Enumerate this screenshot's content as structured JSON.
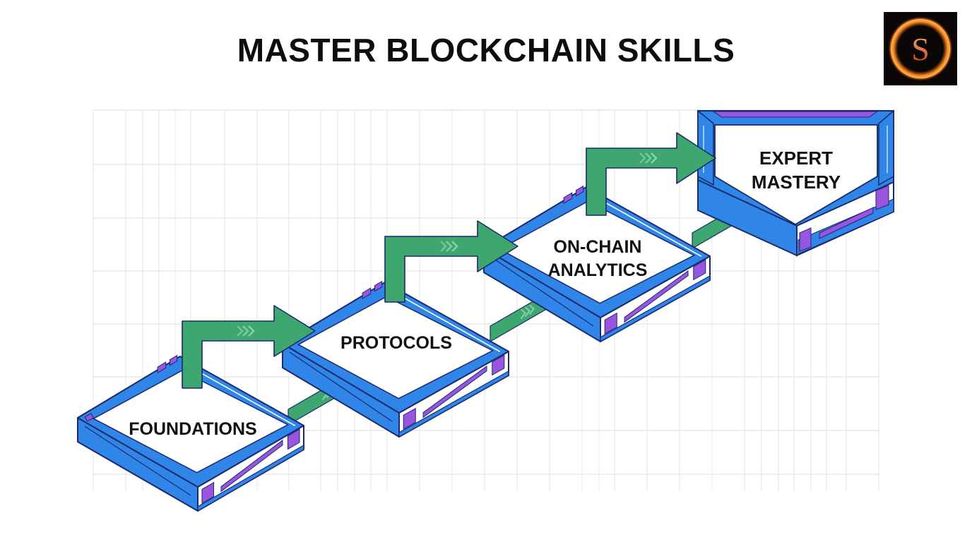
{
  "header": {
    "title": "MASTER BLOCKCHAIN SKILLS"
  },
  "logo": {
    "letter": "S",
    "icon": "fire-ring-logo-icon"
  },
  "colors": {
    "block_blue": "#2f86e8",
    "block_outline": "#1b2a6b",
    "accent_purple": "#9a55e0",
    "arrow_green": "#3ea66f",
    "grid": "#e4e4e4",
    "text": "#111111"
  },
  "steps": [
    {
      "label_lines": [
        "FOUNDATIONS"
      ]
    },
    {
      "label_lines": [
        "PROTOCOLS"
      ]
    },
    {
      "label_lines": [
        "ON-CHAIN",
        "ANALYTICS"
      ]
    },
    {
      "label_lines": [
        "EXPERT",
        "MASTERY"
      ]
    }
  ]
}
